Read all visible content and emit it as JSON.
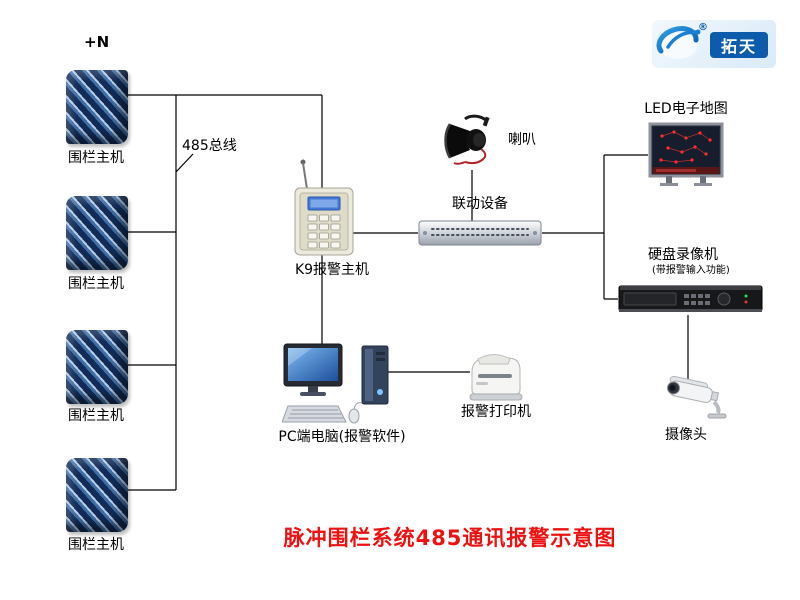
{
  "diagram": {
    "title": "脉冲围栏系统485通讯报警示意图",
    "title_color": "#ee1111",
    "line_color": "#000000"
  },
  "logo": {
    "brand": "拓天",
    "registered": "®",
    "brand_color": "#0d5cab"
  },
  "labels": {
    "plus_n": "+N",
    "bus": "485总线",
    "fence_host_1": "围栏主机",
    "fence_host_2": "围栏主机",
    "fence_host_3": "围栏主机",
    "fence_host_4": "围栏主机",
    "k9_host": "K9报警主机",
    "speaker": "喇叭",
    "linkage_device": "联动设备",
    "led_map": "LED电子地图",
    "dvr": "硬盘录像机",
    "dvr_sub": "(带报警输入功能)",
    "camera": "摄像头",
    "pc": "PC端电脑(报警软件)",
    "printer": "报警打印机"
  }
}
